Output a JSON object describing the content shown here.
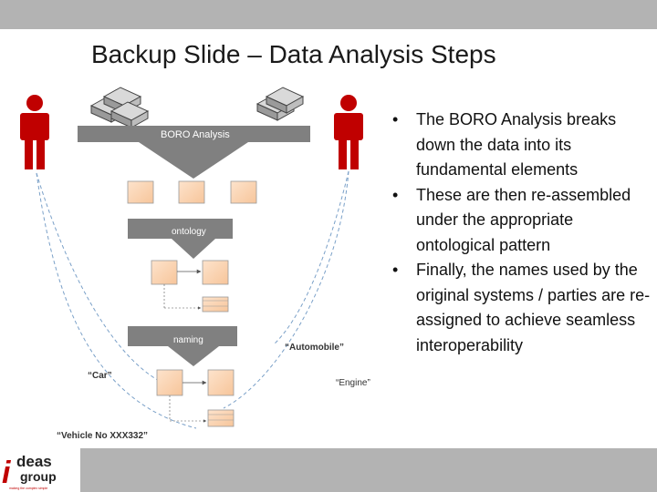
{
  "slide": {
    "title": "Backup Slide – Data Analysis Steps"
  },
  "diagram": {
    "stages": [
      {
        "label": "BORO Analysis"
      },
      {
        "label": "ontology"
      },
      {
        "label": "naming"
      }
    ],
    "names": {
      "automobile": "“Automobile”",
      "car": "“Car”",
      "engine": "“Engine”",
      "vehicle_no": "“Vehicle No XXX332”"
    }
  },
  "bullets": [
    "The BORO Analysis breaks down the data into its fundamental elements",
    "These are then re-assembled under the appropriate ontological pattern",
    "Finally, the names used by the original systems / parties are re-assigned to achieve seamless interoperability"
  ],
  "logo": {
    "letter": "i",
    "word1": "deas",
    "word2": "group",
    "tagline": "making the complex simple"
  },
  "colors": {
    "person": "#c00000",
    "stage_arrow": "#808080",
    "box_fill": "#fbd5b5",
    "footer": "#b3b3b3",
    "logo_red": "#c00000"
  }
}
